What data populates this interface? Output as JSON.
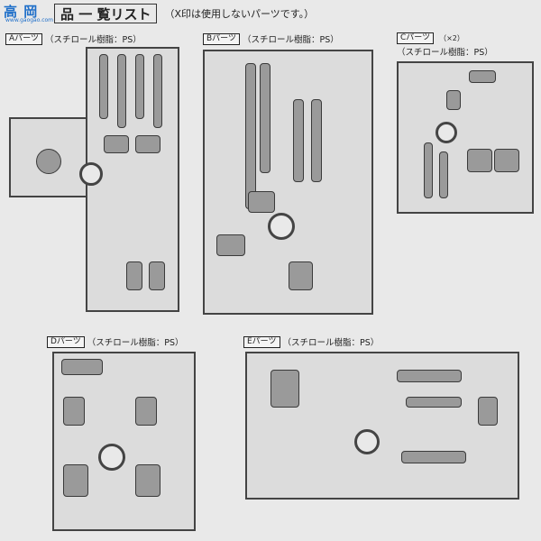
{
  "header": {
    "title": "品 一 覧リスト",
    "note": "（X印は使用しないパーツです。）",
    "watermark": "高 岡",
    "watermark_url": "www.gaogao.com"
  },
  "sheets": [
    {
      "id": "A",
      "tag": "Aパーツ",
      "material": "（スチロール樹脂：PS）",
      "count": ""
    },
    {
      "id": "B",
      "tag": "Bパーツ",
      "material": "（スチロール樹脂：PS）",
      "count": ""
    },
    {
      "id": "C",
      "tag": "Cパーツ",
      "material": "（スチロール樹脂：PS）",
      "count": "（×2）"
    },
    {
      "id": "D",
      "tag": "Dパーツ",
      "material": "（スチロール樹脂：PS）",
      "count": ""
    },
    {
      "id": "E",
      "tag": "Eパーツ",
      "material": "（スチロール樹脂：PS）",
      "count": ""
    }
  ],
  "colors": {
    "frame": "#444444",
    "part": "#9a9a9a",
    "background": "#e9e9e9",
    "watermark": "#1f6fc9"
  }
}
